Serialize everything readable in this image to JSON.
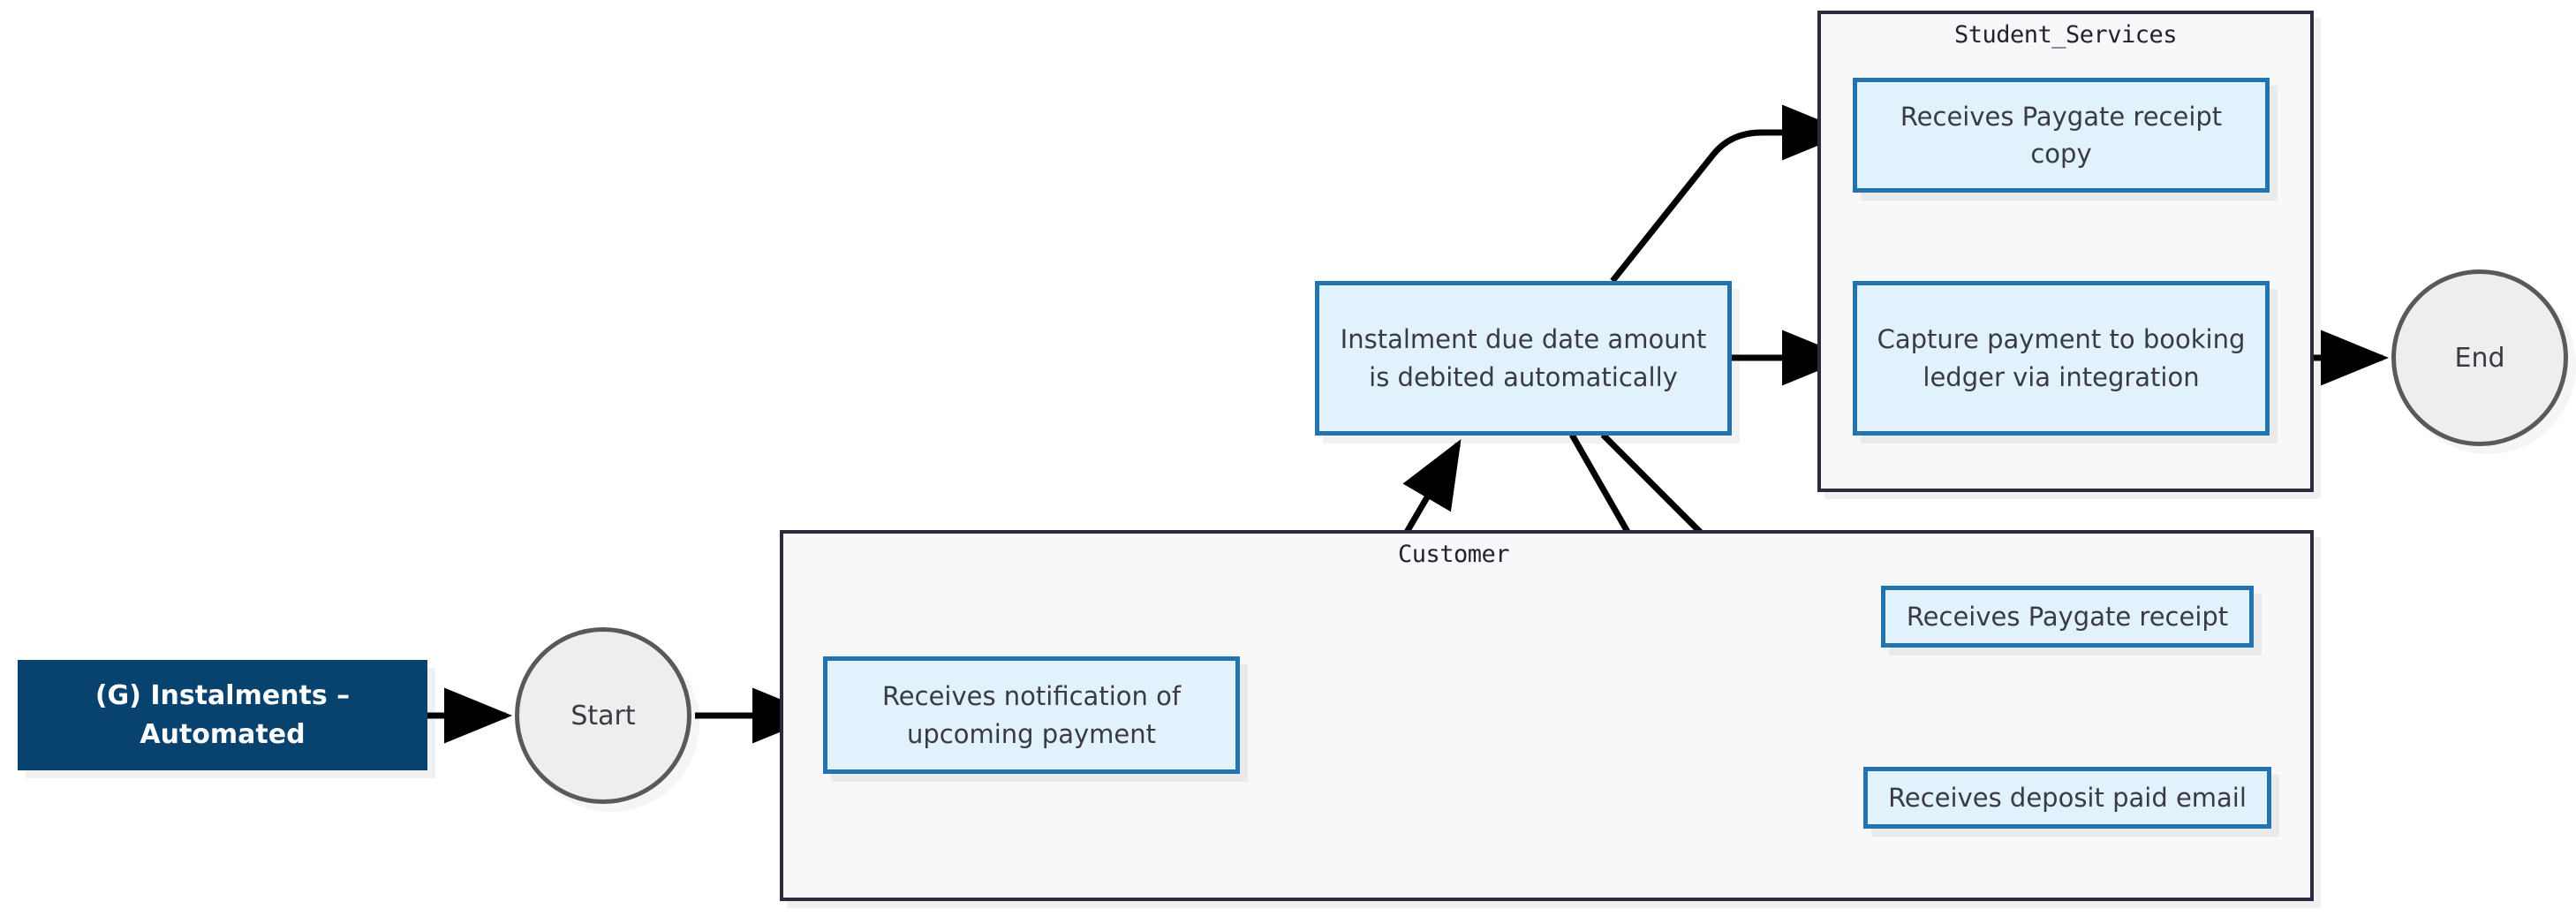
{
  "diagram": {
    "title_banner": {
      "label": "(G) Instalments – Automated",
      "color": "#08426e",
      "text_color": "#ffffff"
    },
    "terminals": [
      {
        "id": "start",
        "label": "Start"
      },
      {
        "id": "end",
        "label": "End"
      }
    ],
    "clusters": [
      {
        "id": "student_services",
        "label": "Student_Services"
      },
      {
        "id": "customer",
        "label": "Customer"
      }
    ],
    "nodes": [
      {
        "id": "debit",
        "label": "Instalment due date amount is debited automatically",
        "cluster": null
      },
      {
        "id": "receipt_copy",
        "label": "Receives Paygate receipt copy",
        "cluster": "student_services"
      },
      {
        "id": "capture",
        "label": "Capture payment to booking ledger via integration",
        "cluster": "student_services"
      },
      {
        "id": "notification",
        "label": "Receives notification of upcoming payment",
        "cluster": "customer"
      },
      {
        "id": "paygate_receipt",
        "label": "Receives Paygate receipt",
        "cluster": "customer"
      },
      {
        "id": "deposit_email",
        "label": "Receives deposit paid email",
        "cluster": "customer"
      }
    ],
    "edges": [
      {
        "from": "title_banner",
        "to": "start"
      },
      {
        "from": "start",
        "to": "notification"
      },
      {
        "from": "notification",
        "to": "debit"
      },
      {
        "from": "debit",
        "to": "receipt_copy"
      },
      {
        "from": "debit",
        "to": "capture"
      },
      {
        "from": "debit",
        "to": "paygate_receipt"
      },
      {
        "from": "debit",
        "to": "deposit_email"
      },
      {
        "from": "capture",
        "to": "end"
      }
    ],
    "colors": {
      "node_fill": "#e1f2fd",
      "node_border": "#2273ae",
      "cluster_fill": "#f7f8fa",
      "cluster_border": "#2b2b40",
      "terminal_fill": "#eeeeee",
      "terminal_border": "#59595c",
      "edge": "#000000",
      "banner": "#08426e"
    }
  }
}
